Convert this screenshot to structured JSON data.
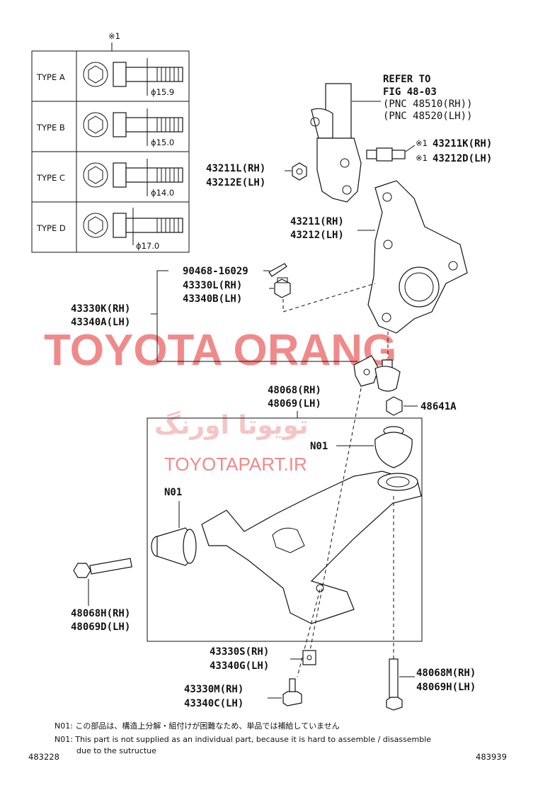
{
  "bolt_table": {
    "header_mark": "※1",
    "rows": [
      {
        "type": "TYPE A",
        "diameter": "ϕ15.9"
      },
      {
        "type": "TYPE B",
        "diameter": "ϕ15.0"
      },
      {
        "type": "TYPE C",
        "diameter": "ϕ14.0"
      },
      {
        "type": "TYPE D",
        "diameter": "ϕ17.0"
      }
    ]
  },
  "refer": {
    "line1": "REFER TO",
    "line2": "FIG 48-03",
    "line3": "(PNC 48510(RH))",
    "line4": "(PNC 48520(LH))"
  },
  "labels": {
    "bolt_mark1": "※1",
    "bolt_rh": "43211K(RH)",
    "bolt_mark2": "※1",
    "bolt_lh": "43212D(LH)",
    "nut_rh": "43211L(RH)",
    "nut_lh": "43212E(LH)",
    "knuckle_rh": "43211(RH)",
    "knuckle_lh": "43212(LH)",
    "pin": "90468-16029",
    "castle_nut_rh": "43330L(RH)",
    "castle_nut_lh": "43340B(LH)",
    "balljoint_rh": "43330K(RH)",
    "balljoint_lh": "43340A(LH)",
    "arm_rh": "48068(RH)",
    "arm_lh": "48069(LH)",
    "nut_48641": "48641A",
    "n01_upper": "N01",
    "n01_left": "N01",
    "arm_bolt_rh": "48068H(RH)",
    "arm_bolt_lh": "48069D(LH)",
    "bj_bolt_rh": "43330S(RH)",
    "bj_bolt_lh": "43340G(LH)",
    "bj_bolt2_rh": "43330M(RH)",
    "bj_bolt2_lh": "43340C(LH)",
    "long_bolt_rh": "48068M(RH)",
    "long_bolt_lh": "48069H(LH)"
  },
  "watermark": {
    "main": "TOYOTA ORANG",
    "persian": "تویوتا اورنگ",
    "site": "TOYOTAPART.IR"
  },
  "notes": {
    "jp": "N01: この部品は、構造上分解・組付けが困難なため、単品では補給していません",
    "en1": "N01: This part is not supplied as an individual part, because it is hard to assemble / disassemble",
    "en2": "due to the sutructue"
  },
  "footer": {
    "left_id": "483228",
    "right_id": "483939"
  }
}
